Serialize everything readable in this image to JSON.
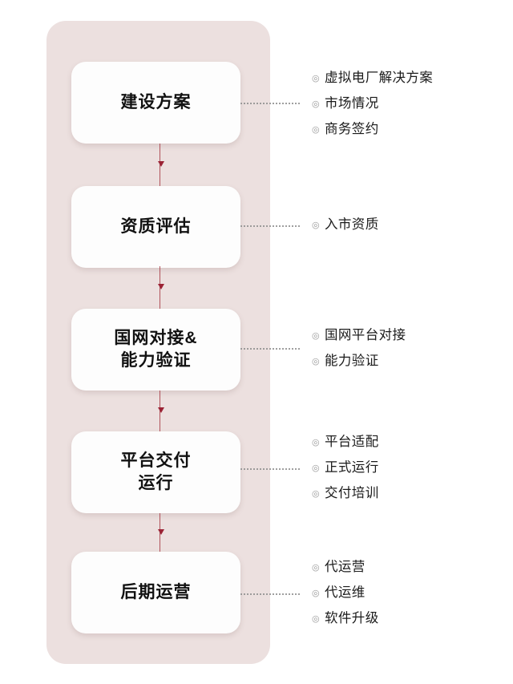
{
  "diagram": {
    "type": "vertical-flow",
    "panel_color": "#ece0df",
    "node_color": "#fdfdfd",
    "arrow_color": "#9b2335",
    "leader_color": "#8f8f8f",
    "bullet_glyph": "◎",
    "stages": [
      {
        "id": "stage-1",
        "label": "建设方案",
        "details": [
          "虚拟电厂解决方案",
          "市场情况",
          "商务签约"
        ]
      },
      {
        "id": "stage-2",
        "label": "资质评估",
        "details": [
          "入市资质"
        ]
      },
      {
        "id": "stage-3",
        "label": "国网对接&\n能力验证",
        "details": [
          "国网平台对接",
          "能力验证"
        ]
      },
      {
        "id": "stage-4",
        "label": "平台交付\n运行",
        "details": [
          "平台适配",
          "正式运行",
          "交付培训"
        ]
      },
      {
        "id": "stage-5",
        "label": "后期运营",
        "details": [
          "代运营",
          "代运维",
          "软件升级"
        ]
      }
    ]
  }
}
